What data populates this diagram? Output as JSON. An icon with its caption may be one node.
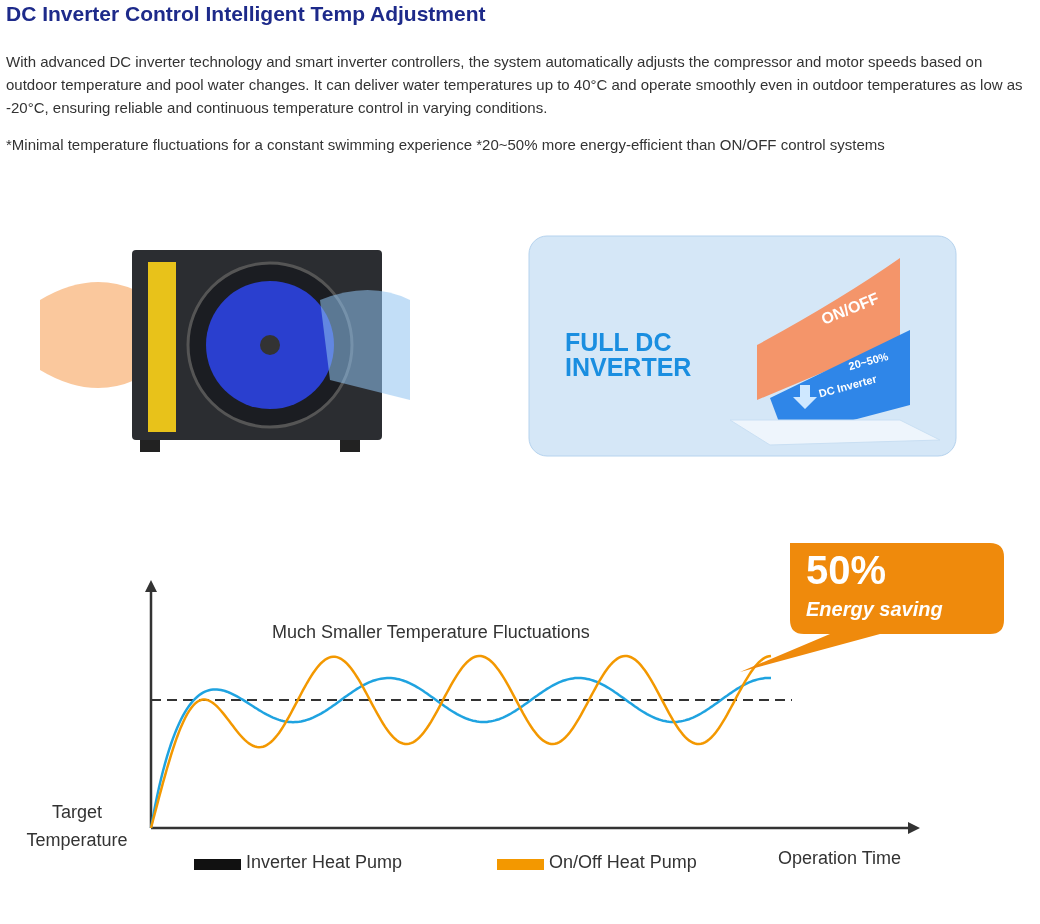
{
  "diagram": {
    "title": "DC Inverter Control Intelligent Temp Adjustment",
    "labels": [
      "With advanced DC inverter technology and smart inverter controllers, the system automatically adjusts the compressor and  motor speeds based on outdoor temperature and pool water changes. It can deliver water temperatures up to 40°C and  operate smoothly even in outdoor temperatures as low as -20°C, ensuring reliable and continuous temperature control in  varying conditions.",
      "*Minimal temperature fluctuations for a constant swimming experience *20~50% more energy-efficient than ON/OFF control systems",
      "FULL DC INVERTER",
      "ON/OFF",
      "20~50%",
      "DC Inverter",
      "50%",
      "Energy saving",
      "Much Smaller Temperature Fluctuations",
      "Target Temperature",
      "Operation Time"
    ],
    "legend": [
      {
        "text": "Inverter Heat Pump",
        "color": "#111111"
      },
      {
        "text": "On/Off Heat Pump",
        "color": "#f39800"
      }
    ]
  }
}
